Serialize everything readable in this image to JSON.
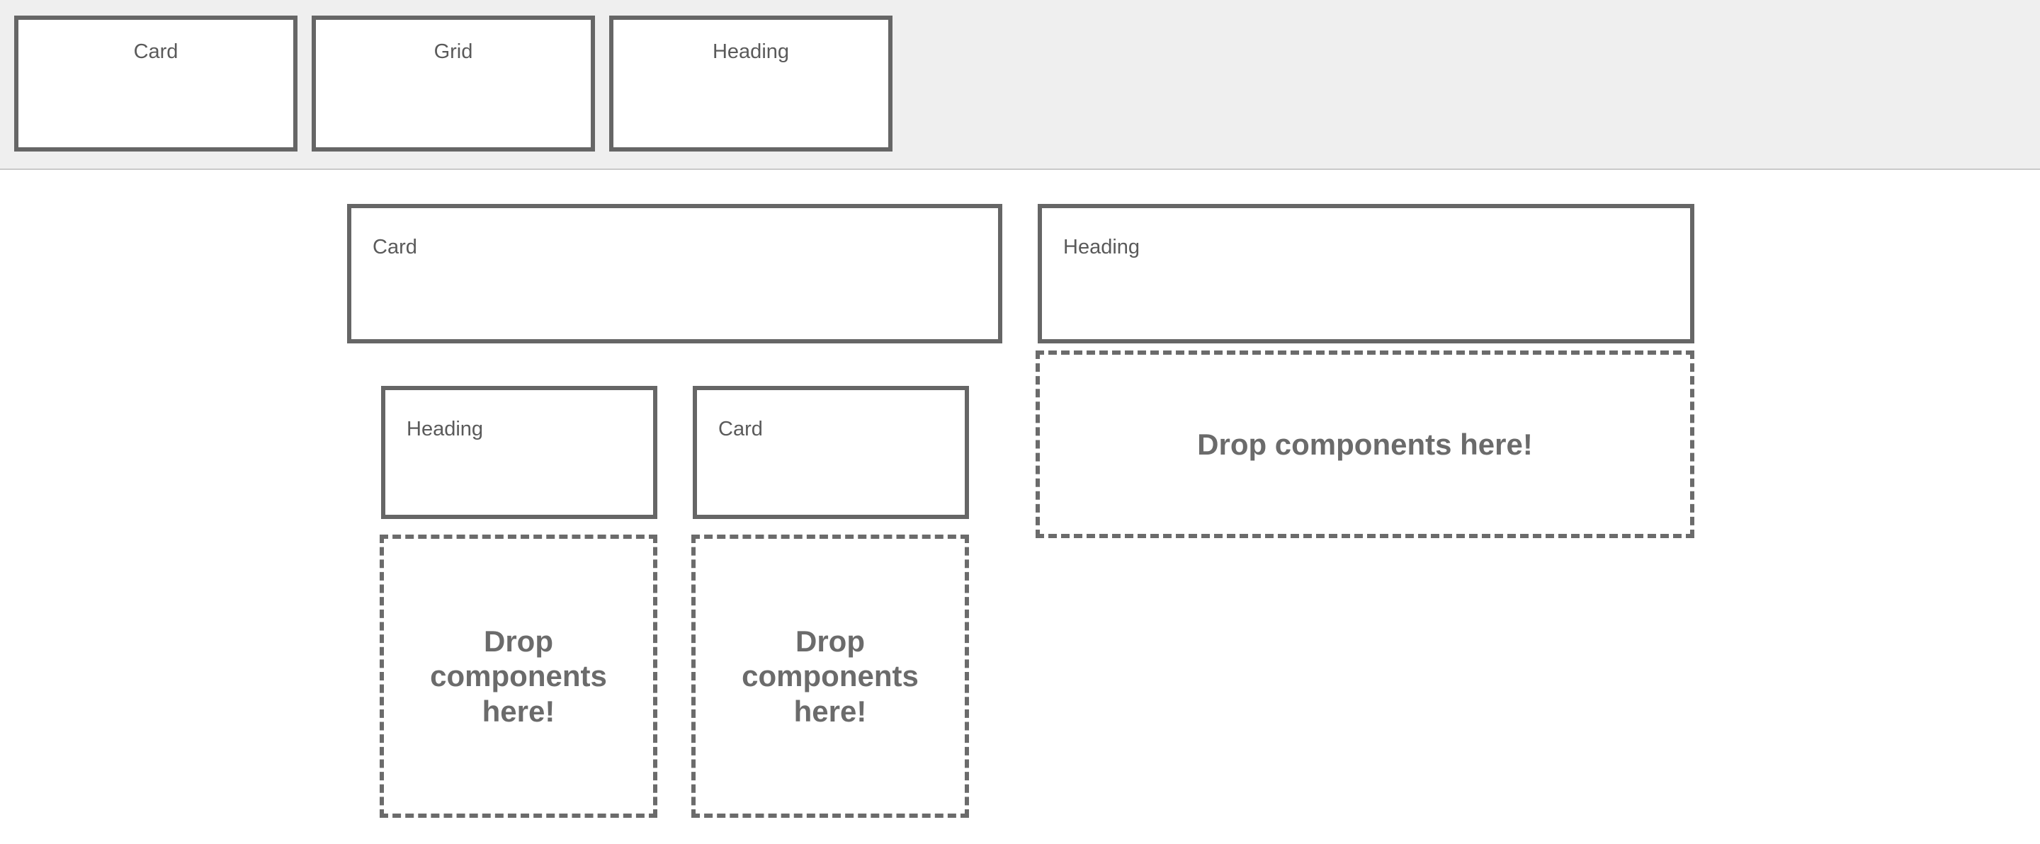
{
  "palette": {
    "items": [
      {
        "label": "Card"
      },
      {
        "label": "Grid"
      },
      {
        "label": "Heading"
      }
    ]
  },
  "canvas": {
    "components": [
      {
        "id": "card-main",
        "label": "Card"
      },
      {
        "id": "card-heading-tr",
        "label": "Heading"
      },
      {
        "id": "card-heading-a",
        "label": "Heading"
      },
      {
        "id": "card-card-b",
        "label": "Card"
      }
    ],
    "dropzones": [
      {
        "id": "dropzone-right",
        "text": "Drop components here!"
      },
      {
        "id": "dropzone-a",
        "text": "Drop components here!"
      },
      {
        "id": "dropzone-b",
        "text": "Drop components here!"
      }
    ]
  },
  "colors": {
    "palette_background": "#efefef",
    "canvas_background": "#ffffff",
    "component_border": "#666666",
    "dropzone_border": "#6b6b6b",
    "label_text": "#5a5a5a",
    "dropzone_text": "#6b6b6b"
  }
}
